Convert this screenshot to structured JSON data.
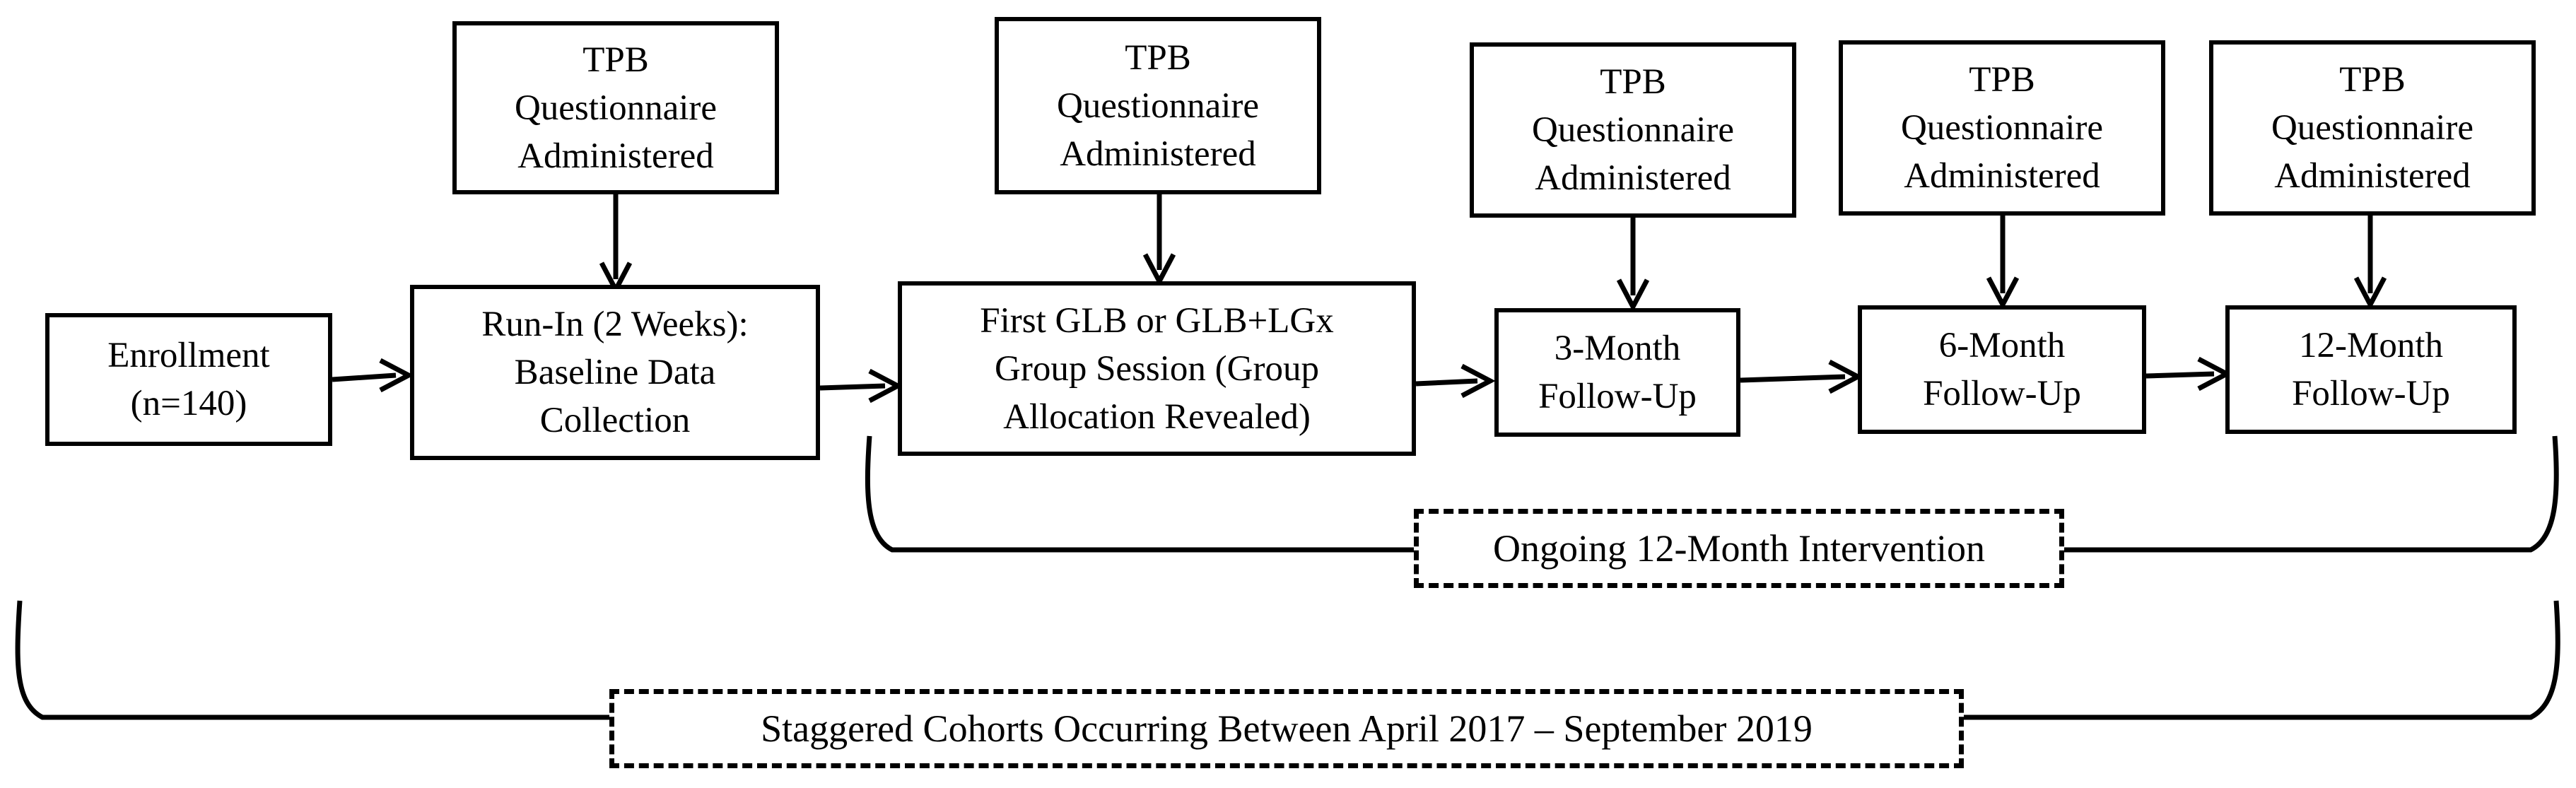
{
  "diagram": {
    "questionnaire_boxes": [
      {
        "lines": [
          "TPB",
          "Questionnaire",
          "Administered"
        ]
      },
      {
        "lines": [
          "TPB",
          "Questionnaire",
          "Administered"
        ]
      },
      {
        "lines": [
          "TPB",
          "Questionnaire",
          "Administered"
        ]
      },
      {
        "lines": [
          "TPB",
          "Questionnaire",
          "Administered"
        ]
      },
      {
        "lines": [
          "TPB",
          "Questionnaire",
          "Administered"
        ]
      }
    ],
    "flow_steps": [
      {
        "lines": [
          "Enrollment",
          "(n=140)"
        ]
      },
      {
        "lines": [
          "Run-In (2 Weeks):",
          "Baseline Data",
          "Collection"
        ]
      },
      {
        "lines": [
          "First GLB or GLB+LGx",
          "Group Session (Group",
          "Allocation Revealed)"
        ]
      },
      {
        "lines": [
          "3-Month",
          "Follow-Up"
        ]
      },
      {
        "lines": [
          "6-Month",
          "Follow-Up"
        ]
      },
      {
        "lines": [
          "12-Month",
          "Follow-Up"
        ]
      }
    ],
    "intervention_label": "Ongoing 12-Month Intervention",
    "cohorts_label": "Staggered Cohorts Occurring Between April 2017 – September 2019"
  }
}
